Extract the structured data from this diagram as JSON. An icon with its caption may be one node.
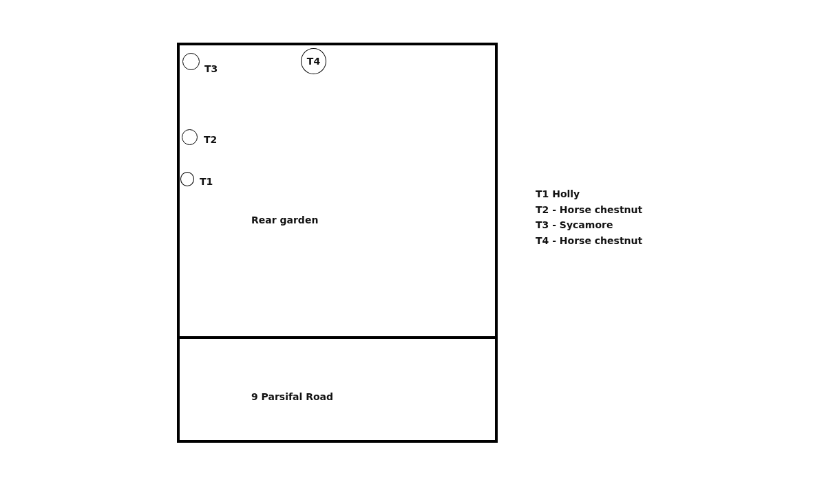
{
  "diagram": {
    "nodes": [
      {
        "text": [
          "Rear garden"
        ]
      },
      {
        "text": [
          "9 Parsifal Road"
        ]
      },
      {
        "text": [],
        "shape": "circle",
        "beside": [
          "T3"
        ],
        "in": 0
      },
      {
        "text": [
          "T4"
        ],
        "in": 0
      },
      {
        "text": [],
        "shape": "circle",
        "beside": [
          "T2"
        ],
        "in": 0
      },
      {
        "text": [],
        "shape": "circle",
        "beside": [
          "T1"
        ],
        "in": 0
      }
    ],
    "labels": [
      "T1 Holly",
      "T2 - Horse chestnut",
      "T3 - Sycamore",
      "T4 - Horse chestnut"
    ]
  }
}
